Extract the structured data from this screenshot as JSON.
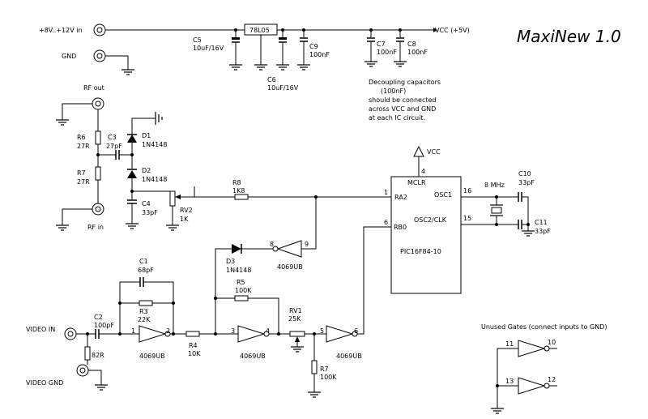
{
  "title": "MaxiNew 1.0",
  "power": {
    "input_label": "+8V..+12V in",
    "gnd_label": "GND",
    "vcc_label": "VCC (+5V)",
    "regulator": "78L05",
    "c5": "C5",
    "c5_value": "10uF/16V",
    "c6": "C6",
    "c6_value": "10uF/16V",
    "c9": "C9",
    "c9_value": "100nF",
    "c7": "C7",
    "c7_value": "100nF",
    "c8": "C8",
    "c8_value": "100nF"
  },
  "decoupling_note": [
    "Decoupling capacitors",
    "(100nF)",
    "should be connected",
    "across VCC and GND",
    "at each IC circuit."
  ],
  "rf": {
    "rf_out": "RF out",
    "rf_in": "RF in",
    "r6": "R6",
    "r6_value": "27R",
    "r7": "R7",
    "r7_value": "27R",
    "c3": "C3",
    "c3_value": "27pF",
    "d1": "D1",
    "d1_value": "1N4148",
    "d2": "D2",
    "d2_value": "1N4148",
    "c4": "C4",
    "c4_value": "33pF",
    "rv2": "RV2",
    "rv2_value": "1K"
  },
  "mcu": {
    "vcc": "VCC",
    "name": "PIC16F84-10",
    "mclr": "MCLR",
    "pin4": "4",
    "ra2": "RA2",
    "pin1": "1",
    "rb0": "RB0",
    "pin6": "6",
    "osc1": "OSC1",
    "pin16": "16",
    "osc2": "OSC2/CLK",
    "pin15": "15",
    "r8": "R8",
    "r8_value": "1K8",
    "crystal": "8 MHz",
    "c10": "C10",
    "c10_value": "33pF",
    "c11": "C11",
    "c11_value": "33pF"
  },
  "video": {
    "video_in": "VIDEO IN",
    "video_gnd": "VIDEO GND",
    "c2": "C2",
    "c2_value": "100pF",
    "r_82": "82R",
    "c1": "C1",
    "c1_value": "68pF",
    "r3": "R3",
    "r3_value": "22K",
    "r4": "R4",
    "r4_value": "10K",
    "r5": "R5",
    "r5_value": "100K",
    "d3": "D3",
    "d3_value": "1N4148",
    "rv1": "RV1",
    "rv1_value": "25K",
    "r7b": "R7",
    "r7b_value": "100K",
    "ic": "4069UB",
    "g1_in": "1",
    "g1_out": "2",
    "g2_in": "3",
    "g2_out": "4",
    "g3_in": "5",
    "g3_out": "6",
    "g4_in": "8",
    "g4_out": "9"
  },
  "unused": {
    "label": "Unused Gates (connect inputs to GND)",
    "g5_in": "11",
    "g5_out": "10",
    "g6_in": "13",
    "g6_out": "12"
  }
}
